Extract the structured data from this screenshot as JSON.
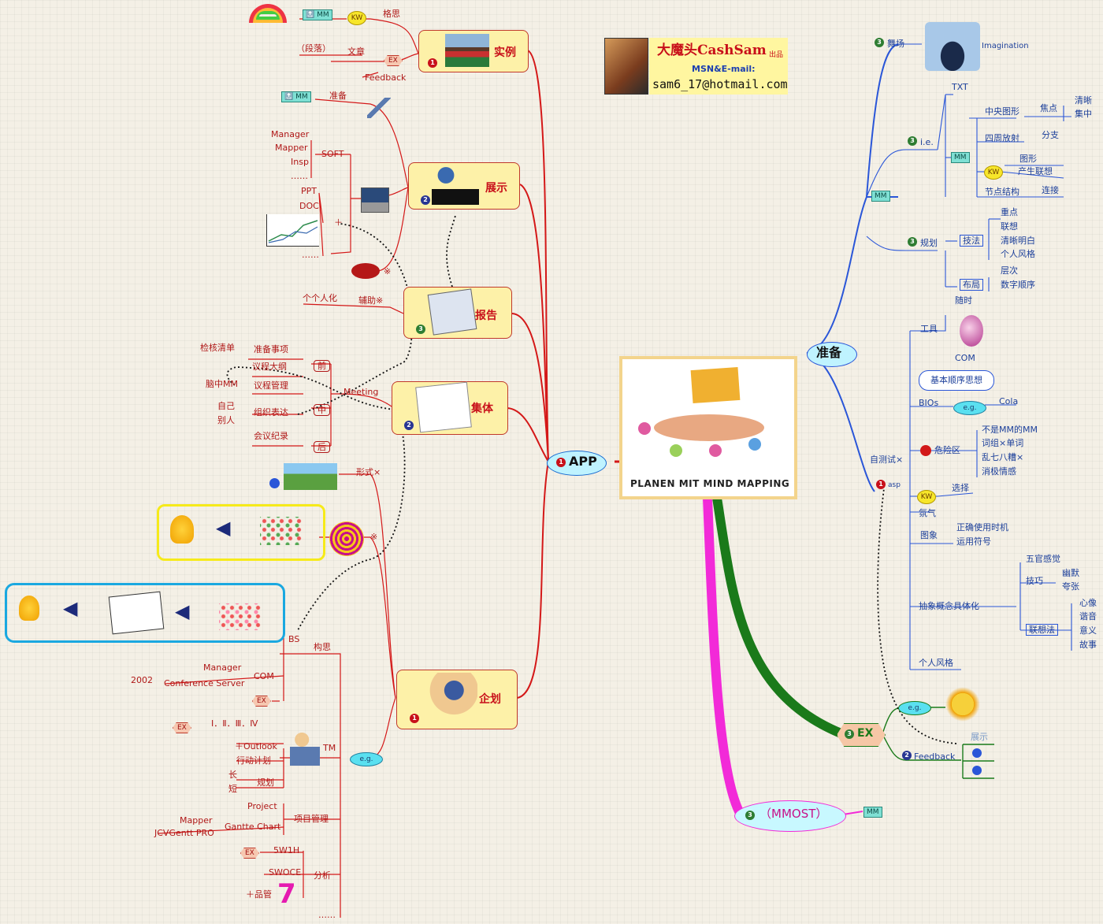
{
  "header": {
    "title": "大魔头CashSam",
    "suffix": "出品",
    "subtitle": "MSN&E-mail:",
    "email": "sam6_17@hotmail.com"
  },
  "center": {
    "caption": "PLANEN MIT MIND MAPPING"
  },
  "left": {
    "root": "APP",
    "b1": {
      "label": "实例",
      "kw": "KW",
      "kw_item": "格思",
      "mm": "MM",
      "article": "文章",
      "draft": "（段落）",
      "ex": "EX",
      "feedback": "Feedback"
    },
    "b2": {
      "label": "展示",
      "prep": "准备",
      "mm": "MM",
      "soft": "SOFT",
      "soft_items": [
        "Manager",
        "Mapper",
        "Insp",
        "……"
      ],
      "ppt": "PPT",
      "doc": "DOC",
      "plus": "＋",
      "dots": "……",
      "mouth": "※"
    },
    "b3": {
      "label": "报告",
      "aux": "辅助※",
      "personal": "个个人化"
    },
    "b4": {
      "label": "集体",
      "meeting": "Meeting",
      "pre": "前",
      "mid": "中",
      "post": "后",
      "pre_items": [
        "准备事项",
        "议程大纲",
        "议程管理"
      ],
      "check": "检核清单",
      "brain": "脑中MM",
      "self": "自己",
      "others": "别人",
      "org": "组织表达",
      "record": "会议纪录"
    },
    "b5": {
      "label": "企划",
      "form": "形式×",
      "star": "※",
      "eg": "e.g.",
      "bs": "BS",
      "think": "构思",
      "manager": "Manager",
      "com": "COM",
      "year": "2002",
      "conf": "Conference Server",
      "ex": "EX",
      "tm": "TM",
      "roman": "Ⅰ．Ⅱ．Ⅲ．Ⅳ",
      "outlook": "＋Outlook",
      "plan": "行动计划",
      "long": "长",
      "short": "短",
      "schedule": "规划",
      "project": "Project",
      "gantt": "Gantte Chart",
      "pm": "项目管理",
      "mapper": "Mapper",
      "jcv": "JCVGentt PRO",
      "w5h": "5W1H",
      "swoce": "SWOCE",
      "tools": "＋品管",
      "analysis": "分析",
      "tail": "……"
    }
  },
  "right": {
    "root": "准备",
    "stage": "舞场",
    "imagination": "Imagination",
    "mm": "MM",
    "ie": "i.e.",
    "txt": "TXT",
    "center_img": "中央图形",
    "focus": "焦点",
    "clear": "清晰",
    "concentrate": "集中",
    "spread": "四周放射",
    "branch": "分支",
    "kw": "KW",
    "shape": "图形",
    "assoc": "产生联想",
    "node": "节点结构",
    "connect": "连接",
    "plan": "规划",
    "method": "技法",
    "method_items": [
      "重点",
      "联想",
      "清晰明白",
      "个人风格"
    ],
    "layout": "布局",
    "layout_items": [
      "层次",
      "数字顺序"
    ],
    "tool": "工具",
    "anytime": "随时",
    "com": "COM",
    "bios_bubble": "基本顺序思想",
    "bios": "BIOs",
    "eg": "e.g.",
    "cola": "Cola",
    "self_study": "自测试×",
    "asp": "asp",
    "danger": "危险区",
    "stop": "stop",
    "danger_items": [
      "不是MM的MM",
      "词组×单词",
      "乱七八糟×",
      "消极情感"
    ],
    "select": "选择",
    "mood": "氛气",
    "images": "图象",
    "images_items": [
      "正确使用时机",
      "运用符号"
    ],
    "abstract": "抽象概念具体化",
    "five": "五官感觉",
    "skill": "技巧",
    "skill_items": [
      "幽默",
      "夸张"
    ],
    "imagine": "联想法",
    "imagine_items": [
      "心像",
      "谐音",
      "意义",
      "故事"
    ],
    "style": "个人风格"
  },
  "bottom": {
    "ex": "EX",
    "eg": "e.g.",
    "feedback": "Feedback",
    "show": "展示",
    "mmost": "（MMOST）",
    "mm": "MM"
  },
  "colors": {
    "red": "#c8101a",
    "blue": "#2a56d8",
    "green": "#1a7a1a",
    "magenta": "#f22ad8",
    "box": "#fdf1a8"
  }
}
